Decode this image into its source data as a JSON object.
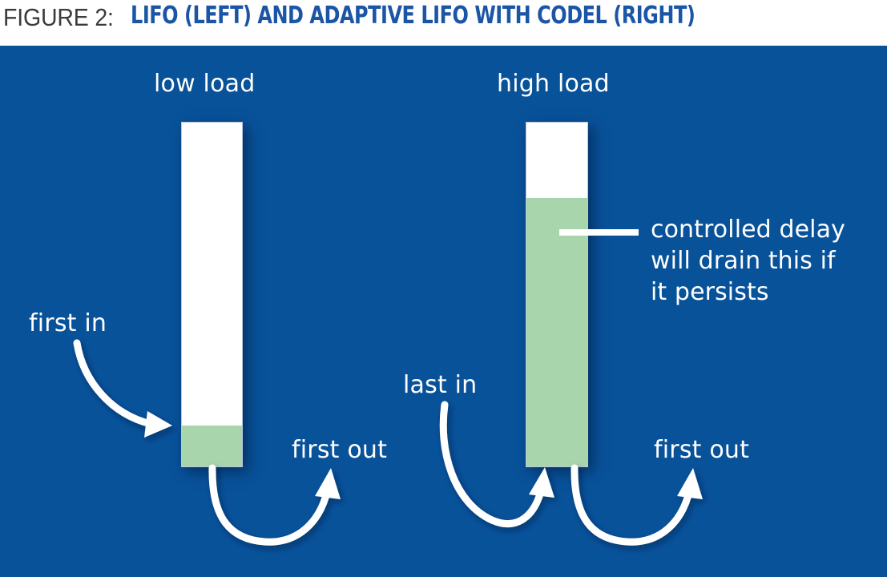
{
  "figure": {
    "caption_prefix": "FIGURE 2:",
    "caption_main": "LIFO (LEFT) AND ADAPTIVE LIFO WITH CODEL (RIGHT)"
  },
  "colors": {
    "panel_background": "#08529A",
    "queue_fill_green": "#A9D5AC",
    "queue_empty_white": "#FFFFFF",
    "caption_prefix_color": "#3B3B3B",
    "caption_main_color": "#1B55A6",
    "annotation_text": "#FFFFFF"
  },
  "panels": {
    "left": {
      "header": "low load",
      "queue_fill_percent": 12,
      "annotations": {
        "inbound": "first in",
        "outbound": "first out"
      }
    },
    "right": {
      "header": "high load",
      "queue_fill_percent": 78,
      "annotations": {
        "inbound": "last in",
        "outbound": "first out"
      },
      "callout": {
        "line1": "controlled delay",
        "line2": "will drain this if",
        "line3": "it persists"
      }
    }
  },
  "icons": {
    "inbound_arrow_left": "curved-arrow-down-right-icon",
    "outbound_arrow_left": "curved-arrow-u-turn-up-icon",
    "inbound_arrow_right": "curved-arrow-down-right-icon",
    "outbound_arrow_right": "curved-arrow-u-turn-up-icon",
    "callout_leader": "leader-line-icon"
  }
}
